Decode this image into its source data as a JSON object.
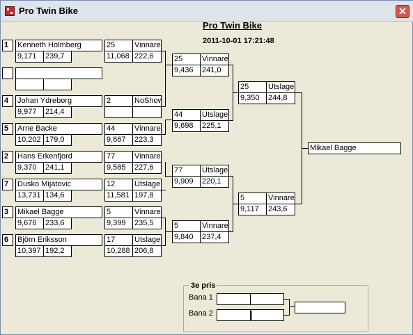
{
  "window": {
    "title": "Pro Twin Bike",
    "icon": "app-icon",
    "close_label": "✕"
  },
  "header": {
    "title": "Pro Twin Bike",
    "timestamp": "2011-10-01 17:21:48"
  },
  "round1": [
    {
      "seed": "1",
      "name": "Kenneth Holmberg",
      "time": "9,171",
      "speed": "239,7"
    },
    {
      "seed": "",
      "name": "",
      "time": "",
      "speed": ""
    },
    {
      "seed": "4",
      "name": "Johan Ydreborg",
      "time": "9,977",
      "speed": "214,4"
    },
    {
      "seed": "5",
      "name": "Arne Backe",
      "time": "10,202",
      "speed": "179,0"
    },
    {
      "seed": "2",
      "name": "Hans Erkenfjord",
      "time": "9,370",
      "speed": "241,1"
    },
    {
      "seed": "7",
      "name": "Dusko Mijatovic",
      "time": "13,731",
      "speed": "134,6"
    },
    {
      "seed": "3",
      "name": "Mikael Bagge",
      "time": "9,676",
      "speed": "233,6"
    },
    {
      "seed": "6",
      "name": "Björn Eriksson",
      "time": "10,397",
      "speed": "192,2"
    }
  ],
  "round2": [
    {
      "num": "25",
      "result": "Vinnare",
      "time": "11,068",
      "speed": "222,6"
    },
    {
      "num": "2",
      "result": "NoShow",
      "time": "",
      "speed": ""
    },
    {
      "num": "44",
      "result": "Vinnare",
      "time": "9,667",
      "speed": "223,3"
    },
    {
      "num": "77",
      "result": "Vinnare",
      "time": "9,585",
      "speed": "227,6"
    },
    {
      "num": "12",
      "result": "Utslagen",
      "time": "11,581",
      "speed": "197,8"
    },
    {
      "num": "5",
      "result": "Vinnare",
      "time": "9,399",
      "speed": "235,5"
    },
    {
      "num": "17",
      "result": "Utslagen",
      "time": "10,288",
      "speed": "206,8"
    }
  ],
  "round3": [
    {
      "num": "25",
      "result": "Vinnare",
      "time": "9,436",
      "speed": "241,0"
    },
    {
      "num": "44",
      "result": "Utslagen",
      "time": "9,698",
      "speed": "225,1"
    },
    {
      "num": "77",
      "result": "Utslagen",
      "time": "9,909",
      "speed": "220,1"
    },
    {
      "num": "5",
      "result": "Vinnare",
      "time": "9,840",
      "speed": "237,4"
    }
  ],
  "round4": [
    {
      "num": "25",
      "result": "Utslagen",
      "time": "9,350",
      "speed": "244,8"
    },
    {
      "num": "5",
      "result": "Vinnare",
      "time": "9,117",
      "speed": "243,6"
    }
  ],
  "winner": {
    "name": "Mikael Bagge"
  },
  "third_place": {
    "legend": "3e pris",
    "lane1_label": "Bana 1",
    "lane2_label": "Bana 2"
  }
}
